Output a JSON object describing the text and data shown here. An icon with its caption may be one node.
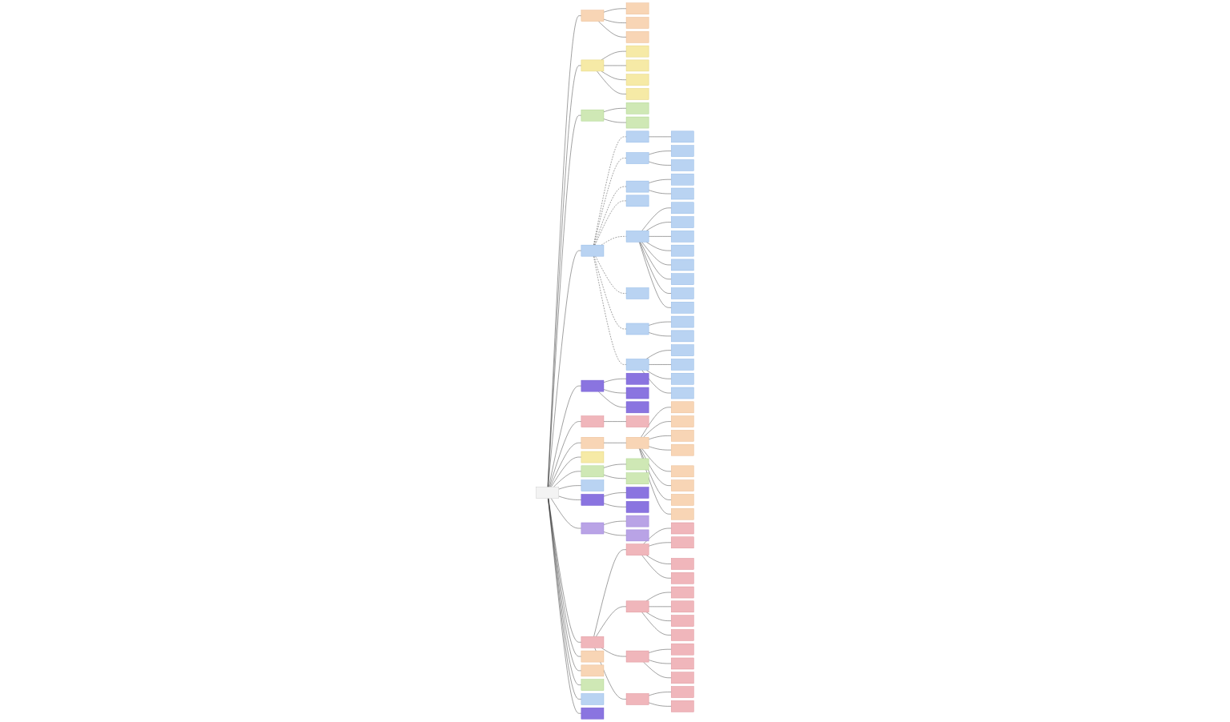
{
  "diagram": {
    "nodes": [
      {
        "text": [],
        "shape": "box"
      },
      {
        "text": [],
        "shape": "box"
      },
      {
        "text": [],
        "shape": "box"
      },
      {
        "text": [],
        "shape": "box"
      },
      {
        "text": [],
        "shape": "box"
      },
      {
        "text": [],
        "shape": "box"
      },
      {
        "text": [],
        "shape": "box"
      },
      {
        "text": [],
        "shape": "box"
      },
      {
        "text": [],
        "shape": "box"
      },
      {
        "text": [],
        "shape": "box"
      },
      {
        "text": [],
        "shape": "box"
      },
      {
        "text": [],
        "shape": "box"
      },
      {
        "text": [],
        "shape": "box"
      },
      {
        "text": [],
        "shape": "box"
      },
      {
        "text": [],
        "shape": "box"
      },
      {
        "text": [],
        "shape": "box"
      },
      {
        "text": [],
        "shape": "box"
      },
      {
        "text": [],
        "shape": "box"
      },
      {
        "text": [],
        "shape": "box"
      },
      {
        "text": [],
        "shape": "box"
      },
      {
        "text": [],
        "shape": "box"
      },
      {
        "text": [],
        "shape": "box"
      },
      {
        "text": [],
        "shape": "box"
      },
      {
        "text": [],
        "shape": "box"
      },
      {
        "text": [],
        "shape": "box"
      },
      {
        "text": [],
        "shape": "box"
      },
      {
        "text": [],
        "shape": "box"
      },
      {
        "text": [],
        "shape": "box"
      },
      {
        "text": [],
        "shape": "box"
      },
      {
        "text": [],
        "shape": "box"
      },
      {
        "text": [],
        "shape": "box"
      },
      {
        "text": [],
        "shape": "box"
      },
      {
        "text": [],
        "shape": "box"
      },
      {
        "text": [],
        "shape": "box"
      },
      {
        "text": [],
        "shape": "box"
      },
      {
        "text": [],
        "shape": "box"
      },
      {
        "text": [],
        "shape": "box"
      },
      {
        "text": [],
        "shape": "box"
      },
      {
        "text": [],
        "shape": "box"
      },
      {
        "text": [],
        "shape": "box"
      },
      {
        "text": [],
        "shape": "box"
      },
      {
        "text": [],
        "shape": "box"
      },
      {
        "text": [],
        "shape": "box"
      },
      {
        "text": [],
        "shape": "box"
      },
      {
        "text": [],
        "shape": "box"
      },
      {
        "text": [],
        "shape": "box"
      },
      {
        "text": [],
        "shape": "box"
      },
      {
        "text": [],
        "shape": "box"
      },
      {
        "text": [],
        "shape": "box"
      },
      {
        "text": [],
        "shape": "box"
      },
      {
        "text": [],
        "shape": "box"
      },
      {
        "text": [],
        "shape": "box"
      },
      {
        "text": [],
        "shape": "box"
      },
      {
        "text": [],
        "shape": "box"
      },
      {
        "text": [],
        "shape": "box"
      },
      {
        "text": [],
        "shape": "box"
      },
      {
        "text": [],
        "shape": "box"
      },
      {
        "text": [],
        "shape": "box"
      },
      {
        "text": [],
        "shape": "box"
      },
      {
        "text": [],
        "shape": "box"
      },
      {
        "text": [],
        "shape": "box"
      },
      {
        "text": [],
        "shape": "box"
      },
      {
        "text": [],
        "shape": "box"
      },
      {
        "text": [],
        "shape": "box"
      },
      {
        "text": [],
        "shape": "box"
      },
      {
        "text": [],
        "shape": "box"
      },
      {
        "text": [],
        "shape": "box"
      },
      {
        "text": [],
        "shape": "box"
      },
      {
        "text": [],
        "shape": "box"
      },
      {
        "text": [],
        "shape": "box"
      },
      {
        "text": [],
        "shape": "box"
      },
      {
        "text": [],
        "shape": "box"
      },
      {
        "text": [],
        "shape": "box"
      },
      {
        "text": [],
        "shape": "box"
      },
      {
        "text": [],
        "shape": "box"
      },
      {
        "text": [],
        "shape": "box"
      },
      {
        "text": [],
        "shape": "box"
      },
      {
        "text": [],
        "shape": "box"
      },
      {
        "text": [],
        "shape": "box"
      },
      {
        "text": [],
        "shape": "box"
      },
      {
        "text": [],
        "shape": "box"
      },
      {
        "text": [],
        "shape": "box"
      },
      {
        "text": [],
        "shape": "box"
      },
      {
        "text": [],
        "shape": "box"
      },
      {
        "text": [],
        "shape": "box"
      },
      {
        "text": [],
        "shape": "box"
      },
      {
        "text": [],
        "shape": "box"
      },
      {
        "text": [],
        "shape": "box"
      },
      {
        "text": [],
        "shape": "box"
      },
      {
        "text": [],
        "shape": "box"
      },
      {
        "text": [],
        "shape": "box"
      }
    ],
    "edges": [
      {
        "from": 0,
        "to": 1,
        "arrow": "none"
      },
      {
        "from": 1,
        "to": 2,
        "arrow": "none"
      },
      {
        "from": 1,
        "to": 3,
        "arrow": "none"
      },
      {
        "from": 1,
        "to": 4,
        "arrow": "none"
      },
      {
        "from": 0,
        "to": 5,
        "arrow": "none"
      },
      {
        "from": 5,
        "to": 6,
        "arrow": "none"
      },
      {
        "from": 5,
        "to": 7,
        "arrow": "none"
      },
      {
        "from": 5,
        "to": 8,
        "arrow": "none"
      },
      {
        "from": 5,
        "to": 9,
        "arrow": "none"
      },
      {
        "from": 0,
        "to": 10,
        "arrow": "none"
      },
      {
        "from": 10,
        "to": 11,
        "arrow": "none"
      },
      {
        "from": 10,
        "to": 12,
        "arrow": "none"
      },
      {
        "from": 0,
        "to": 13,
        "arrow": "none"
      },
      {
        "from": 13,
        "to": 14,
        "arrow": "none",
        "style": "dashed"
      },
      {
        "from": 13,
        "to": 15,
        "arrow": "none",
        "style": "dashed"
      },
      {
        "from": 13,
        "to": 16,
        "arrow": "none",
        "style": "dashed"
      },
      {
        "from": 14,
        "to": 17,
        "arrow": "none"
      },
      {
        "from": 15,
        "to": 18,
        "arrow": "none"
      },
      {
        "from": 15,
        "to": 19,
        "arrow": "none"
      },
      {
        "from": 16,
        "to": 20,
        "arrow": "none"
      },
      {
        "from": 16,
        "to": 21,
        "arrow": "none"
      },
      {
        "from": 13,
        "to": 22,
        "arrow": "none",
        "style": "dashed"
      },
      {
        "from": 13,
        "to": 23,
        "arrow": "none",
        "style": "dashed"
      },
      {
        "from": 23,
        "to": 24,
        "arrow": "none"
      },
      {
        "from": 23,
        "to": 25,
        "arrow": "none"
      },
      {
        "from": 23,
        "to": 26,
        "arrow": "none"
      },
      {
        "from": 23,
        "to": 27,
        "arrow": "none"
      },
      {
        "from": 23,
        "to": 28,
        "arrow": "none"
      },
      {
        "from": 23,
        "to": 29,
        "arrow": "none"
      },
      {
        "from": 23,
        "to": 30,
        "arrow": "none"
      },
      {
        "from": 23,
        "to": 31,
        "arrow": "none"
      },
      {
        "from": 13,
        "to": 32,
        "arrow": "none",
        "style": "dashed"
      },
      {
        "from": 13,
        "to": 33,
        "arrow": "none",
        "style": "dashed"
      },
      {
        "from": 33,
        "to": 34,
        "arrow": "none"
      },
      {
        "from": 33,
        "to": 35,
        "arrow": "none"
      },
      {
        "from": 13,
        "to": 36,
        "arrow": "none",
        "style": "dashed"
      },
      {
        "from": 36,
        "to": 37,
        "arrow": "none"
      },
      {
        "from": 36,
        "to": 38,
        "arrow": "none"
      },
      {
        "from": 36,
        "to": 39,
        "arrow": "none"
      },
      {
        "from": 36,
        "to": 40,
        "arrow": "none"
      },
      {
        "from": 0,
        "to": 41,
        "arrow": "none"
      },
      {
        "from": 41,
        "to": 42,
        "arrow": "none"
      },
      {
        "from": 41,
        "to": 43,
        "arrow": "none"
      },
      {
        "from": 41,
        "to": 44,
        "arrow": "none"
      },
      {
        "from": 0,
        "to": 45,
        "arrow": "none"
      },
      {
        "from": 45,
        "to": 46,
        "arrow": "none"
      },
      {
        "from": 0,
        "to": 47,
        "arrow": "none"
      },
      {
        "from": 47,
        "to": 48,
        "arrow": "none"
      },
      {
        "from": 48,
        "to": 49,
        "arrow": "none"
      },
      {
        "from": 48,
        "to": 50,
        "arrow": "none"
      },
      {
        "from": 48,
        "to": 51,
        "arrow": "none"
      },
      {
        "from": 48,
        "to": 52,
        "arrow": "none"
      },
      {
        "from": 48,
        "to": 53,
        "arrow": "none"
      },
      {
        "from": 48,
        "to": 54,
        "arrow": "none"
      },
      {
        "from": 48,
        "to": 55,
        "arrow": "none"
      },
      {
        "from": 48,
        "to": 56,
        "arrow": "none"
      },
      {
        "from": 0,
        "to": 57,
        "arrow": "none"
      },
      {
        "from": 0,
        "to": 58,
        "arrow": "none"
      },
      {
        "from": 58,
        "to": 59,
        "arrow": "none"
      },
      {
        "from": 58,
        "to": 60,
        "arrow": "none"
      },
      {
        "from": 0,
        "to": 61,
        "arrow": "none"
      },
      {
        "from": 0,
        "to": 62,
        "arrow": "none"
      },
      {
        "from": 62,
        "to": 63,
        "arrow": "none"
      },
      {
        "from": 62,
        "to": 64,
        "arrow": "none"
      },
      {
        "from": 0,
        "to": 65,
        "arrow": "none"
      },
      {
        "from": 65,
        "to": 66,
        "arrow": "none"
      },
      {
        "from": 65,
        "to": 67,
        "arrow": "none"
      },
      {
        "from": 0,
        "to": 68,
        "arrow": "none"
      },
      {
        "from": 68,
        "to": 69,
        "arrow": "none"
      },
      {
        "from": 68,
        "to": 70,
        "arrow": "none"
      },
      {
        "from": 68,
        "to": 71,
        "arrow": "none"
      },
      {
        "from": 68,
        "to": 72,
        "arrow": "none"
      },
      {
        "from": 69,
        "to": 73,
        "arrow": "none"
      },
      {
        "from": 69,
        "to": 74,
        "arrow": "none"
      },
      {
        "from": 69,
        "to": 75,
        "arrow": "none"
      },
      {
        "from": 69,
        "to": 76,
        "arrow": "none"
      },
      {
        "from": 70,
        "to": 77,
        "arrow": "none"
      },
      {
        "from": 70,
        "to": 78,
        "arrow": "none"
      },
      {
        "from": 70,
        "to": 79,
        "arrow": "none"
      },
      {
        "from": 70,
        "to": 80,
        "arrow": "none"
      },
      {
        "from": 71,
        "to": 81,
        "arrow": "none"
      },
      {
        "from": 71,
        "to": 82,
        "arrow": "none"
      },
      {
        "from": 71,
        "to": 83,
        "arrow": "none"
      },
      {
        "from": 72,
        "to": 84,
        "arrow": "none"
      },
      {
        "from": 72,
        "to": 85,
        "arrow": "none"
      },
      {
        "from": 0,
        "to": 86,
        "arrow": "none"
      },
      {
        "from": 0,
        "to": 87,
        "arrow": "none"
      },
      {
        "from": 0,
        "to": 88,
        "arrow": "none"
      },
      {
        "from": 0,
        "to": 89,
        "arrow": "none"
      },
      {
        "from": 0,
        "to": 90,
        "arrow": "none"
      }
    ]
  }
}
